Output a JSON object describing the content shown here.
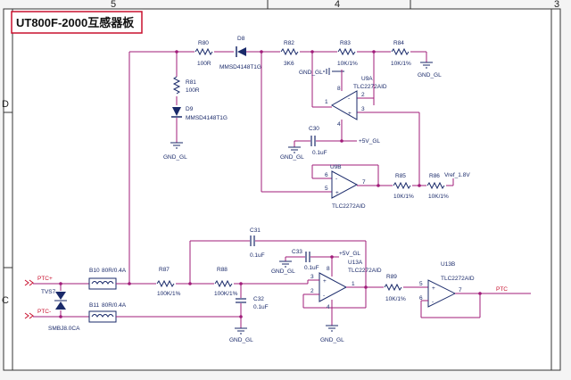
{
  "title": "UT800F-2000互感器板",
  "grid": {
    "top": [
      "5",
      "4",
      "3"
    ],
    "left": [
      "D",
      "C"
    ]
  },
  "nets": {
    "gnd": "GND_GL",
    "vcc": "+5V_GL",
    "vref": "Vref_1.8V",
    "ptc_plus": "PTC+",
    "ptc_minus": "PTC-",
    "ptc_out": "PTC"
  },
  "parts": {
    "r80": {
      "ref": "R80",
      "value": "100R"
    },
    "d8": {
      "ref": "D8",
      "value": "MMSD4148T1G"
    },
    "r82": {
      "ref": "R82",
      "value": "3K6"
    },
    "r83": {
      "ref": "R83",
      "value": "10K/1%"
    },
    "r84": {
      "ref": "R84",
      "value": "10K/1%"
    },
    "r81": {
      "ref": "R81",
      "value": "100R"
    },
    "d9": {
      "ref": "D9",
      "value": "MMSD4148T1G"
    },
    "u9a": {
      "ref": "U9A",
      "value": "TLC2272AID"
    },
    "c30": {
      "ref": "C30",
      "value": "0.1uF"
    },
    "u9b": {
      "ref": "U9B",
      "value": "TLC2272AID"
    },
    "r85": {
      "ref": "R85",
      "value": "10K/1%"
    },
    "r86": {
      "ref": "R86",
      "value": "10K/1%"
    },
    "c31": {
      "ref": "C31",
      "value": "0.1uF"
    },
    "c33": {
      "ref": "C33",
      "value": "0.1uF"
    },
    "b10": {
      "ref": "B10",
      "value": "80R/0.4A"
    },
    "b11": {
      "ref": "B11",
      "value": "80R/0.4A"
    },
    "r87": {
      "ref": "R87",
      "value": "100K/1%"
    },
    "r88": {
      "ref": "R88",
      "value": "100K/1%"
    },
    "c32": {
      "ref": "C32",
      "value": "0.1uF"
    },
    "u13a": {
      "ref": "U13A",
      "value": "TLC2272AID"
    },
    "r89": {
      "ref": "R89",
      "value": "10K/1%"
    },
    "u13b": {
      "ref": "U13B",
      "value": "TLC2272AID"
    },
    "tvs7": {
      "ref": "TVS7",
      "value": "SMBJ8.0CA"
    }
  },
  "pins": {
    "p1": "1",
    "p2": "2",
    "p3": "3",
    "p4": "4",
    "p5": "5",
    "p6": "6",
    "p7": "7",
    "p8": "8"
  }
}
